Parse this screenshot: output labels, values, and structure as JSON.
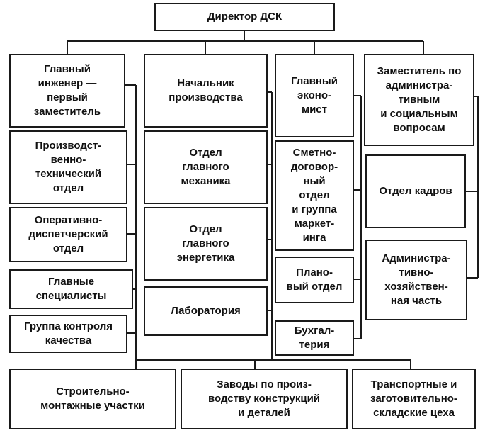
{
  "boxes": {
    "director": "Директор ДСК",
    "chief_engineer": "Главный\nинженер —\nпервый\nзаместитель",
    "pto": "Производст-\nвенно-\nтехнический\nотдел",
    "dispatch": "Оперативно-\nдиспетчерский\nотдел",
    "chief_specialists": "Главные\nспециалисты",
    "quality_group": "Группа контроля\nкачества",
    "head_production": "Начальник\nпроизводства",
    "chief_mechanic": "Отдел\nглавного\nмеханика",
    "chief_power": "Отдел\nглавного\nэнергетика",
    "laboratory": "Лаборатория",
    "chief_economist": "Главный\nэконо-\nмист",
    "estimate_dept": "Сметно-\nдоговор-\nный\nотдел\nи группа\nмаркет-\nинга",
    "planning_dept": "Плано-\nвый отдел",
    "accounting": "Бухгал-\nтерия",
    "deputy_admin": "Заместитель по\nадминистра-\nтивным\nи социальным\nвопросам",
    "hr_dept": "Отдел кадров",
    "admin_part": "Администра-\nтивно-\nхозяйствен-\nная часть",
    "construction_sites": "Строительно-\nмонтажные участки",
    "plants": "Заводы по произ-\nводству конструкций\nи деталей",
    "transport": "Транспортные и\nзаготовительно-\nскладские цеха"
  }
}
